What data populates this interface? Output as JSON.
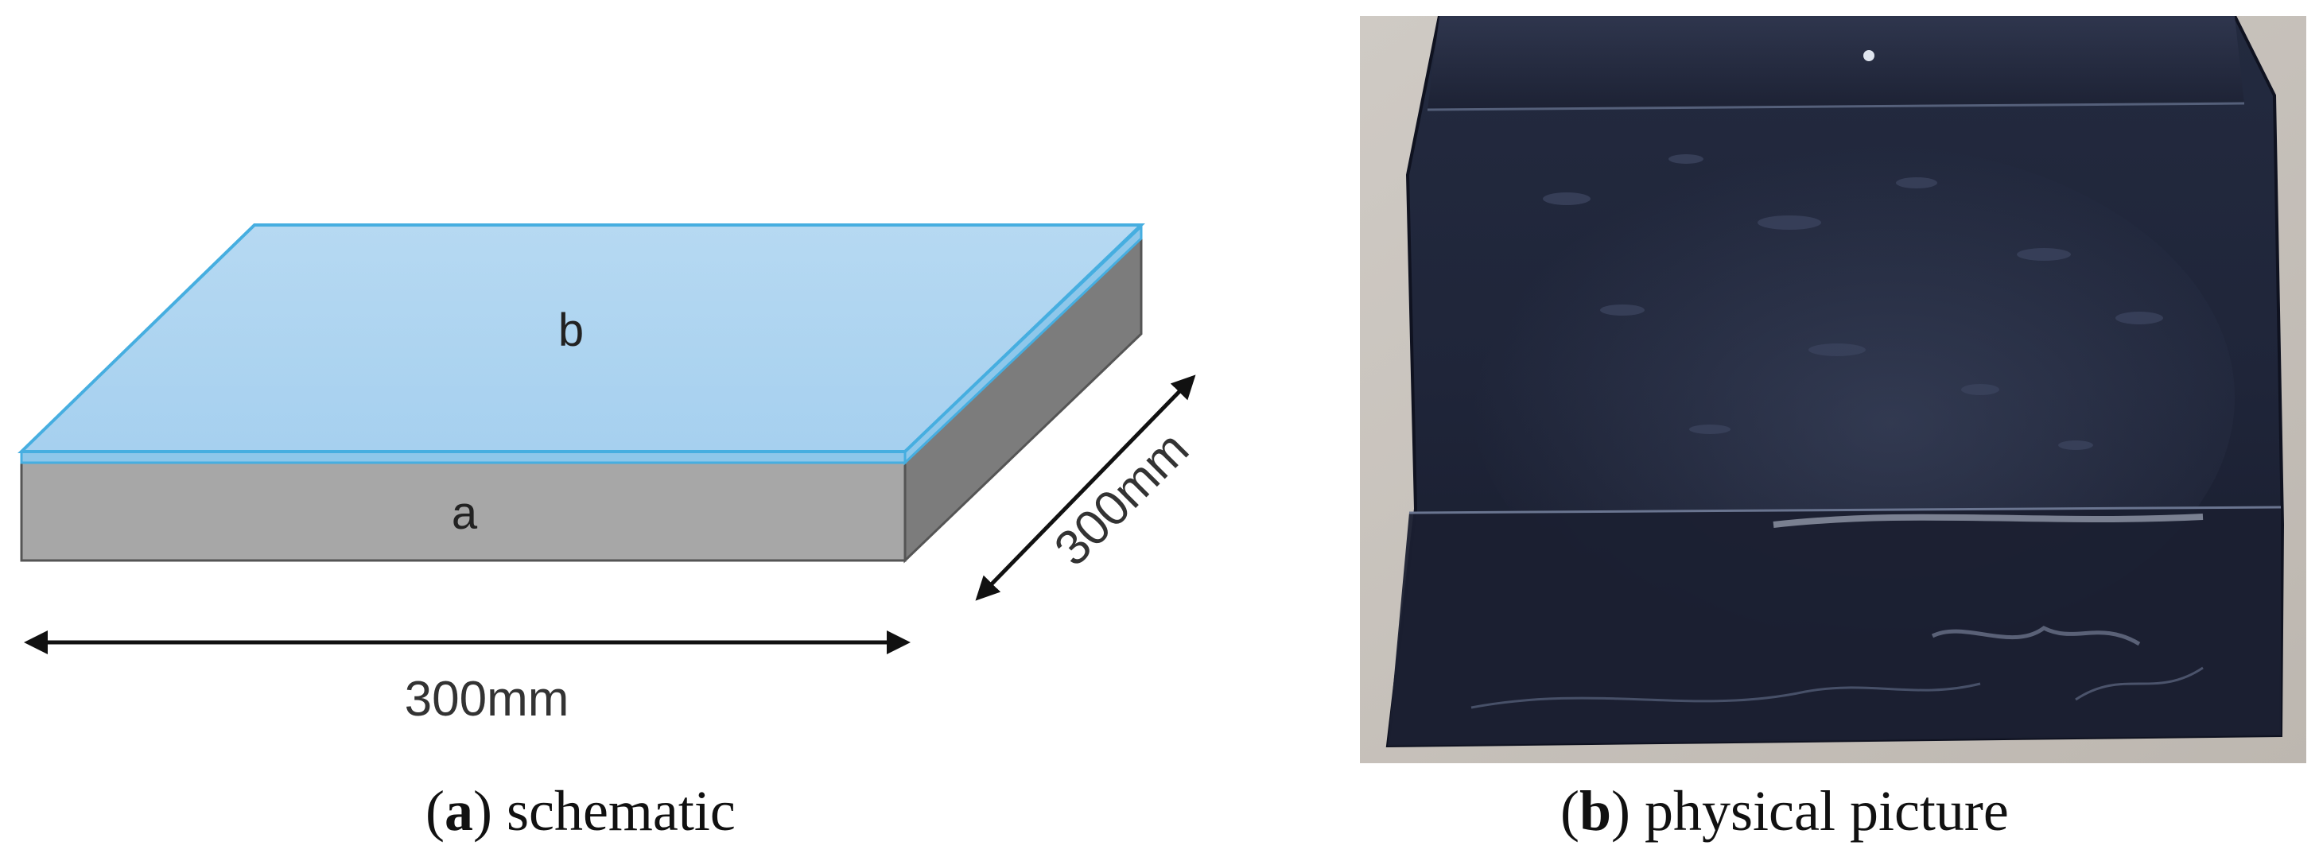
{
  "figure": {
    "panel_a": {
      "caption_letter": "a",
      "caption_text": "schematic",
      "layer_labels": {
        "top_layer": "b",
        "base_layer": "a"
      },
      "dimension_labels": {
        "width": "300mm",
        "depth": "300mm"
      },
      "colors": {
        "top_layer": "#aed4f0",
        "top_layer_edge": "#46aee0",
        "base_front": "#a7a7a7",
        "base_side": "#7c7c7c"
      }
    },
    "panel_b": {
      "caption_letter": "b",
      "caption_text": "physical picture",
      "image_type": "photo"
    }
  }
}
